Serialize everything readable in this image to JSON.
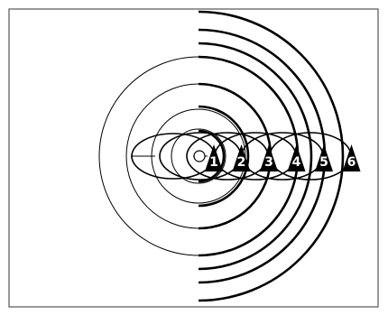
{
  "diagram": {
    "receivers": [
      {
        "label": "1"
      },
      {
        "label": "2"
      },
      {
        "label": "3"
      },
      {
        "label": "4"
      },
      {
        "label": "5"
      },
      {
        "label": "6"
      }
    ],
    "colors": {
      "stroke": "#000000",
      "background": "#ffffff",
      "label": "#ffffff"
    }
  }
}
